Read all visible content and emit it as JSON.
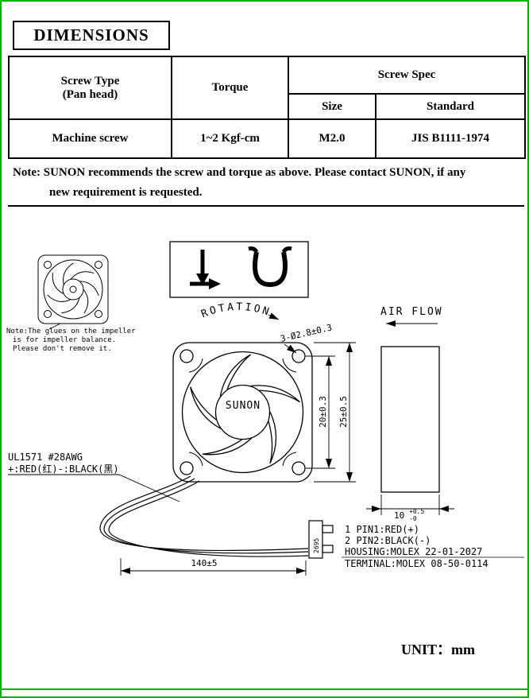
{
  "page": {
    "title": "DIMENSIONS",
    "unit": "UNIT：mm"
  },
  "table": {
    "headers": {
      "screw_type_line1": "Screw Type",
      "screw_type_line2": "(Pan head)",
      "torque": "Torque",
      "screw_spec": "Screw Spec",
      "size": "Size",
      "standard": "Standard"
    },
    "row": {
      "screw_type": "Machine screw",
      "torque": "1~2 Kgf-cm",
      "size": "M2.0",
      "standard": "JIS B1111-1974"
    }
  },
  "note": {
    "line1": "Note: SUNON recommends the screw and torque as above. Please contact SUNON, if any",
    "line2": "new requirement is requested."
  },
  "drawing": {
    "rotation_label": "ROTATION",
    "airflow_label": "AIR FLOW",
    "brand": "SUNON",
    "impeller_note": {
      "line1": "Note:The glues on the impeller",
      "line2": "is for impeller balance.",
      "line3": "Please don't remove it."
    },
    "dims": {
      "holes": "3-Ø2.8±0.3",
      "hole_pitch": "20±0.3",
      "frame_size": "25±0.5",
      "thickness": "10",
      "thickness_tol_upper": "+0.5",
      "thickness_tol_lower": "-0",
      "lead_length": "140±5"
    },
    "wire": {
      "spec": "UL1571 #28AWG",
      "polarity": "+:RED(红)-:BLACK(黑)"
    },
    "connector": {
      "pin1": "1 PIN1:RED(+)",
      "pin2": "2 PIN2:BLACK(-)",
      "housing": "HOUSING:MOLEX 22-01-2027",
      "terminal": "TERMINAL:MOLEX 08-50-0114",
      "marking": "2695"
    }
  }
}
